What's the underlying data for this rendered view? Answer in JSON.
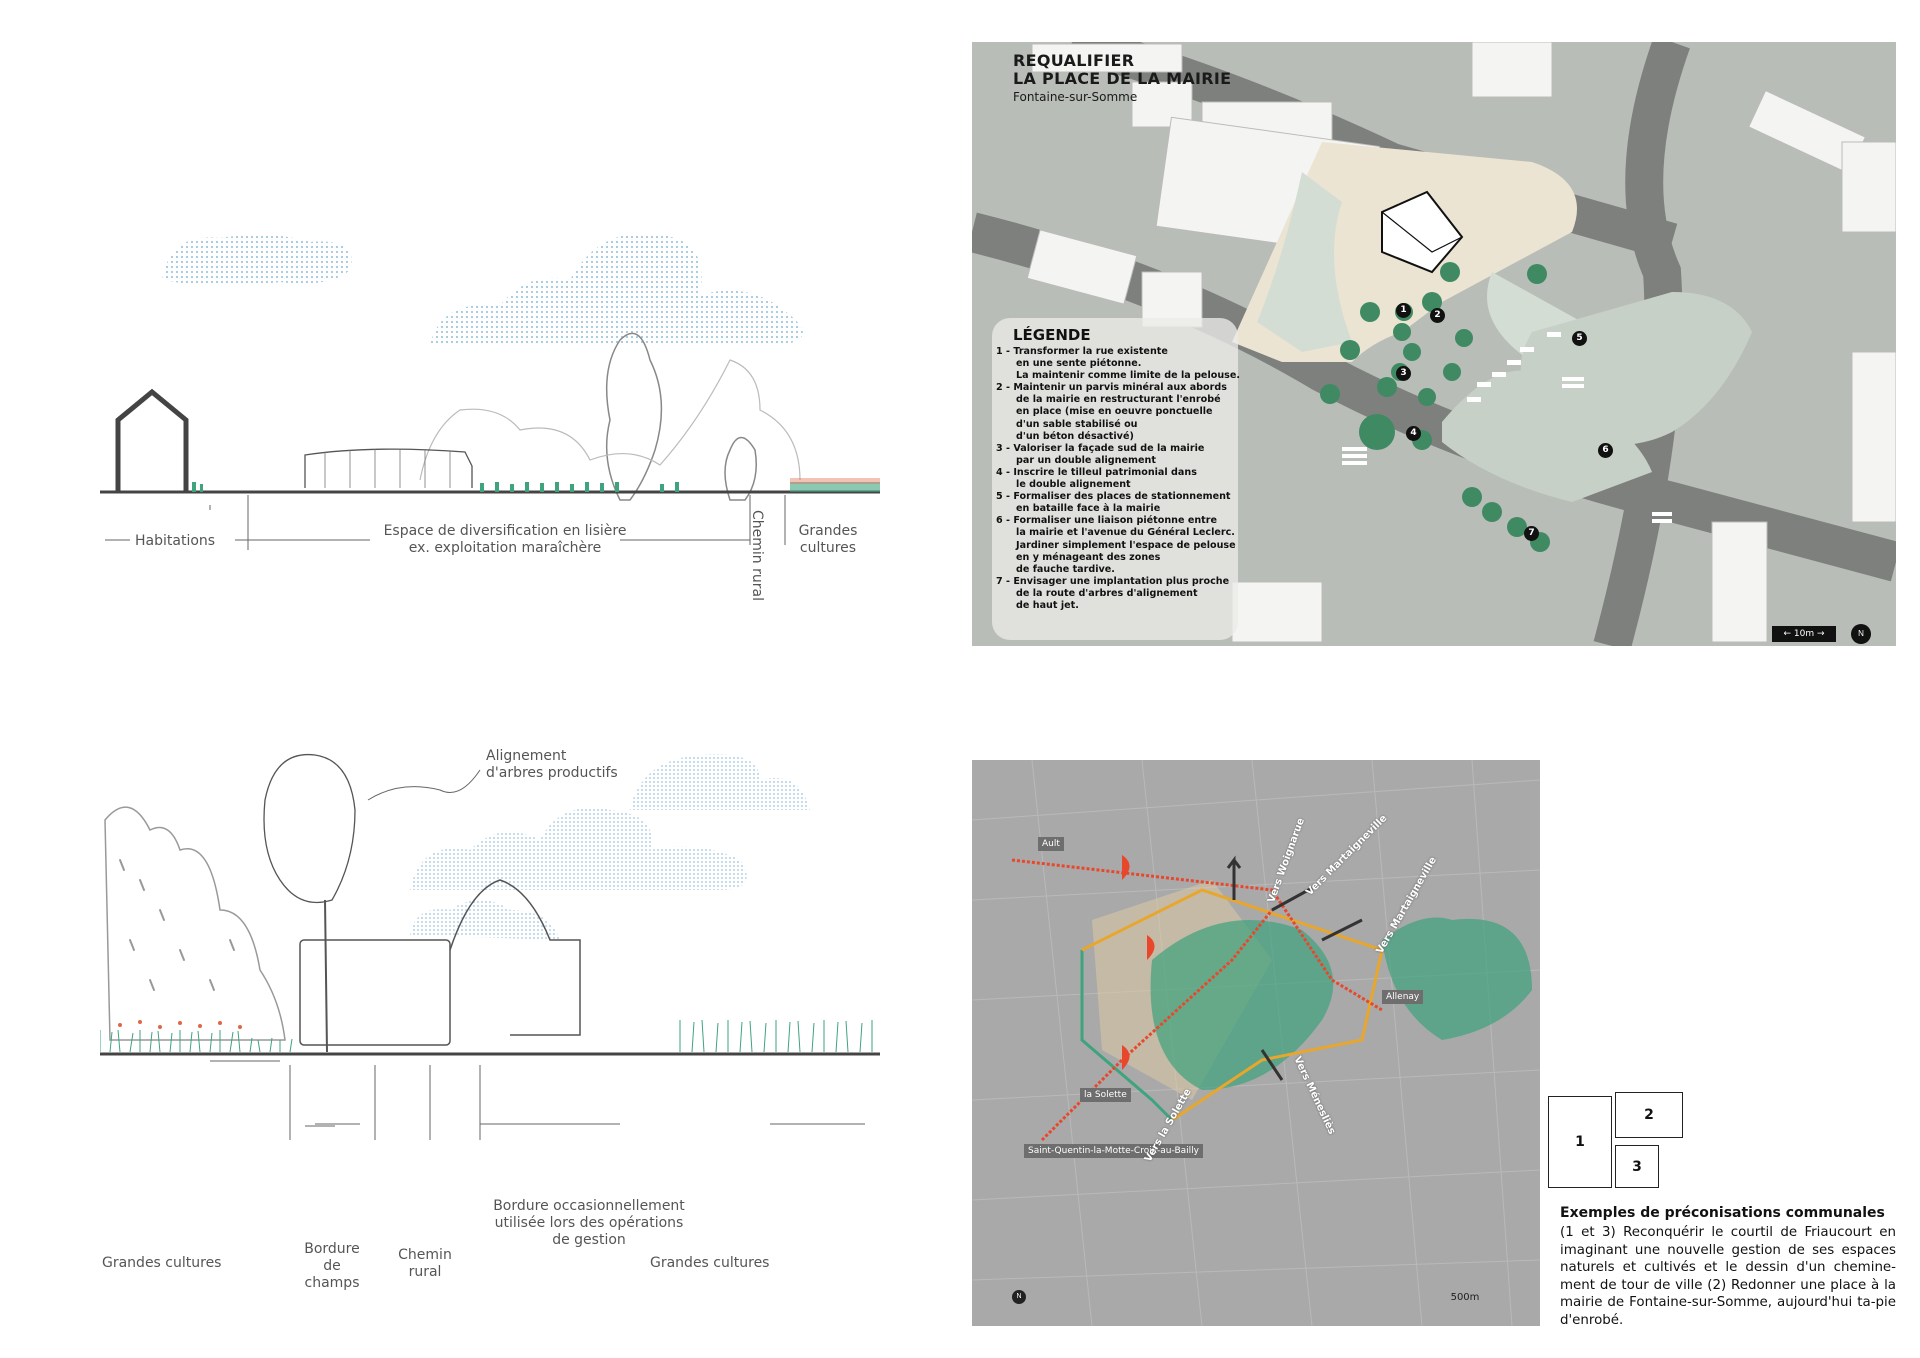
{
  "section1": {
    "labels": {
      "habitations": "Habitations",
      "espace": "Espace de diversification en lisière\nex. exploitation maraîchère",
      "chemin": "Chemin rural",
      "grandes": "Grandes\ncultures"
    }
  },
  "plan": {
    "title_line1": "REQUALIFIER",
    "title_line2": "LA PLACE DE LA MAIRIE",
    "subtitle": "Fontaine-sur-Somme",
    "legend_title": "LÉGENDE",
    "legend_lines": [
      "1 - Transformer la rue existente",
      "      en une sente piétonne.",
      "      La maintenir comme limite de la pelouse.",
      "2 - Maintenir un parvis minéral aux abords",
      "      de la mairie en restructurant l'enrobé",
      "      en place (mise en oeuvre ponctuelle",
      "      d'un sable stabilisé ou",
      "      d'un béton désactivé)",
      "3 - Valoriser la façade sud de la mairie",
      "      par un double alignement",
      "4 - Inscrire le tilleul patrimonial dans",
      "      le double alignement",
      "5 - Formaliser des places de stationnement",
      "      en bataille face à la mairie",
      "6 - Formaliser une liaison piétonne entre",
      "      la mairie et l'avenue du Général Leclerc.",
      "      Jardiner simplement l'espace de pelouse",
      "      en y ménageant des zones",
      "      de fauche tardive.",
      "7 - Envisager une implantation plus proche",
      "      de la route d'arbres d'alignement",
      "      de haut jet."
    ],
    "markers": [
      "1",
      "2",
      "3",
      "4",
      "5",
      "6",
      "7"
    ],
    "scale": "← 10m →",
    "north": "N"
  },
  "section2": {
    "callout": "Alignement\nd'arbres productifs",
    "labels": {
      "grandes_left": "Grandes cultures",
      "bordure_champs": "Bordure\nde\nchamps",
      "chemin": "Chemin\nrural",
      "bordure_occ": "Bordure occasionnellement\nutilisée lors des opérations\nde gestion",
      "grandes_right": "Grandes cultures"
    }
  },
  "map": {
    "places": [
      "Ault",
      "la Solette",
      "Allenay",
      "Saint-Quentin-la-Motte-Croix-au-Bailly"
    ],
    "directions": [
      "Vers Woignarue",
      "Vers Martaigneville",
      "Vers Martaigneville",
      "Vers Ménesliès",
      "Vers la Solette"
    ],
    "scale": "500m",
    "north": "N"
  },
  "key": {
    "box1": "1",
    "box2": "2",
    "box3": "3"
  },
  "caption": {
    "title": "Exemples de préconisations communales",
    "text": "(1 et 3) Reconquérir le courtil de Friaucourt en imaginant une nouvelle gestion de ses espaces naturels et cultivés et le dessin d'un chemine-ment de tour de ville (2) Redonner une place à la mairie de Fontaine-sur-Somme, aujourd'hui ta-pie d'enrobé."
  },
  "colors": {
    "green": "#3fa37e",
    "orange": "#e8a72c",
    "red": "#e8472c",
    "sky": "#a9cfe3"
  }
}
